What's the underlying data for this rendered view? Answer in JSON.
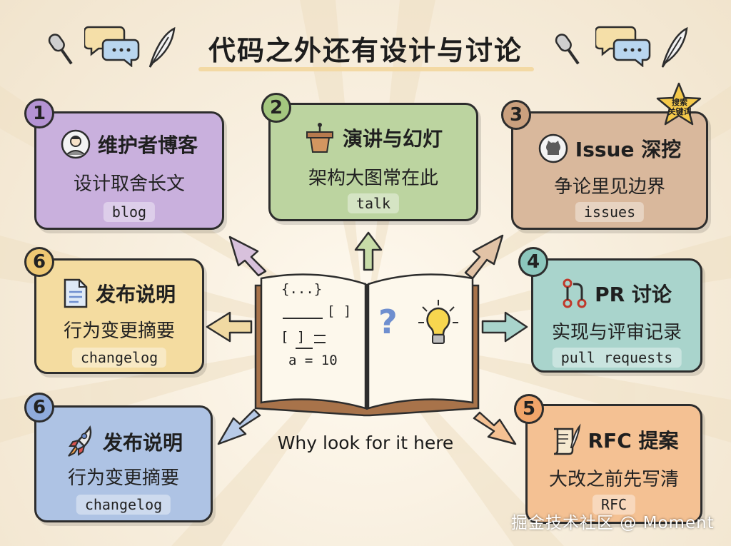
{
  "title": "代码之外还有设计与讨论",
  "center_label": "Why look for it here",
  "watermark": "掘金技术社区 @ Moment",
  "star_badge": {
    "line1": "搜索",
    "line2": "关键词"
  },
  "book": {
    "code_braces": "{...}",
    "code_brackets1": "[ ]",
    "code_brackets2": "[ ]",
    "code_assign": "a = 10",
    "question_mark": "?"
  },
  "cards": [
    {
      "id": "blog",
      "number": "1",
      "title": "维护者博客",
      "desc": "设计取舍长文",
      "tag": "blog",
      "icon": "person-avatar-icon",
      "color": "#c9b0dd"
    },
    {
      "id": "talk",
      "number": "2",
      "title": "演讲与幻灯",
      "desc": "架构大图常在此",
      "tag": "talk",
      "icon": "podium-icon",
      "color": "#bcd4a0"
    },
    {
      "id": "issues",
      "number": "3",
      "title": "Issue 深挖",
      "desc": "争论里见边界",
      "tag": "issues",
      "icon": "github-octocat-icon",
      "color": "#d9b89c"
    },
    {
      "id": "changelog-top",
      "number": "6",
      "title": "发布说明",
      "desc": "行为变更摘要",
      "tag": "changelog",
      "icon": "document-icon",
      "color": "#f4dca0"
    },
    {
      "id": "pull-requests",
      "number": "4",
      "title": "PR 讨论",
      "desc": "实现与评审记录",
      "tag": "pull requests",
      "icon": "git-pull-request-icon",
      "color": "#a9d4cc"
    },
    {
      "id": "changelog-bottom",
      "number": "6",
      "title": "发布说明",
      "desc": "行为变更摘要",
      "tag": "changelog",
      "icon": "rocket-icon",
      "color": "#aec3e4"
    },
    {
      "id": "rfc",
      "number": "5",
      "title": "RFC 提案",
      "desc": "大改之前先写清",
      "tag": "RFC",
      "icon": "scroll-quill-icon",
      "color": "#f4c193"
    }
  ],
  "colors": {
    "badge_purple": "#b493d3",
    "badge_green": "#a4c77f",
    "badge_brown": "#caa07e",
    "badge_yellow": "#eec873",
    "badge_teal": "#8cc7bd",
    "badge_blue": "#8fabdc",
    "badge_orange": "#f1a56a",
    "star": "#f5c94a"
  }
}
